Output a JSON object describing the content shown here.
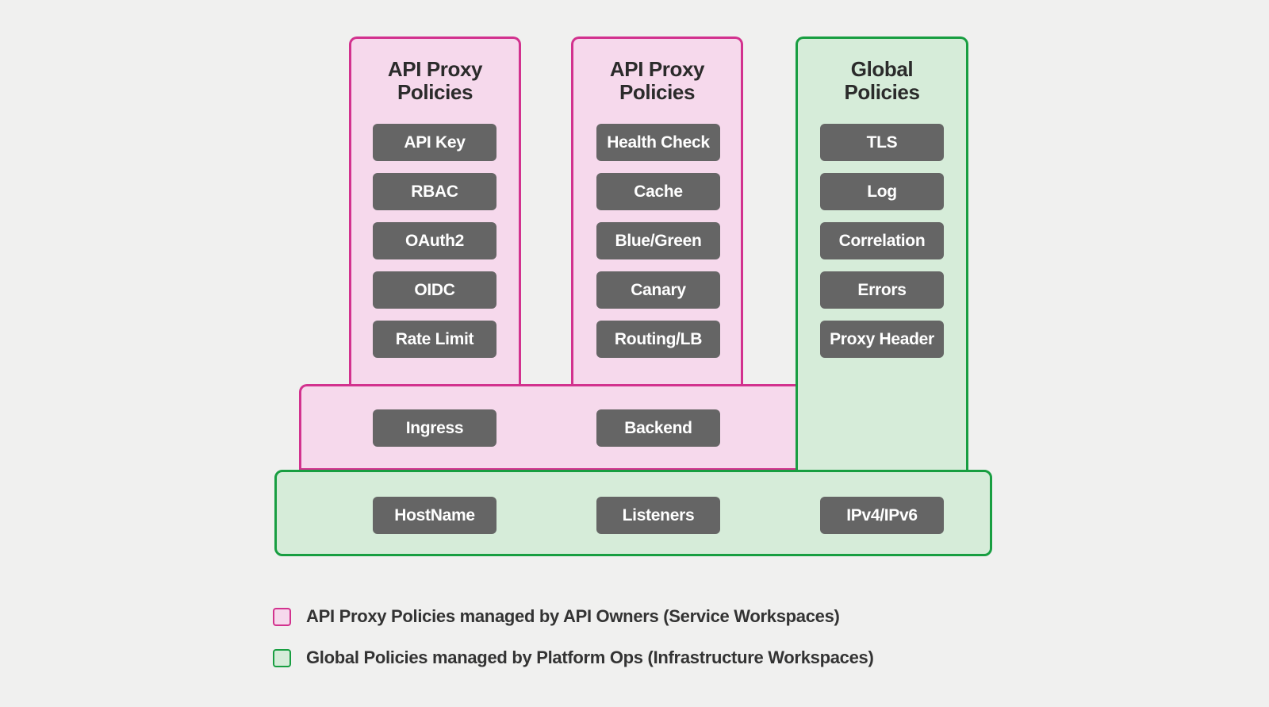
{
  "colors": {
    "background": "#f0f0ef",
    "pink_fill": "#f6d9ec",
    "pink_border": "#d2328e",
    "green_fill": "#d6ecd9",
    "green_border": "#189e41",
    "chip_fill": "#656565",
    "chip_text": "#ffffff",
    "title_text": "#2b2b2b",
    "legend_text": "#333333"
  },
  "columns": [
    {
      "title": "API Proxy\nPolicies",
      "theme": "pink",
      "buttons": [
        "API Key",
        "RBAC",
        "OAuth2",
        "OIDC",
        "Rate Limit"
      ]
    },
    {
      "title": "API Proxy\nPolicies",
      "theme": "pink",
      "buttons": [
        "Health Check",
        "Cache",
        "Blue/Green",
        "Canary",
        "Routing/LB"
      ]
    },
    {
      "title": "Global\nPolicies",
      "theme": "green",
      "buttons": [
        "TLS",
        "Log",
        "Correlation",
        "Errors",
        "Proxy Header"
      ]
    }
  ],
  "pink_band": {
    "buttons": [
      "Ingress",
      "Backend"
    ]
  },
  "green_band": {
    "buttons": [
      "HostName",
      "Listeners",
      "IPv4/IPv6"
    ]
  },
  "legend": {
    "items": [
      {
        "swatch": "pink",
        "label": "API Proxy Policies managed by API Owners (Service Workspaces)"
      },
      {
        "swatch": "green",
        "label": "Global Policies managed by Platform Ops (Infrastructure Workspaces)"
      }
    ]
  }
}
